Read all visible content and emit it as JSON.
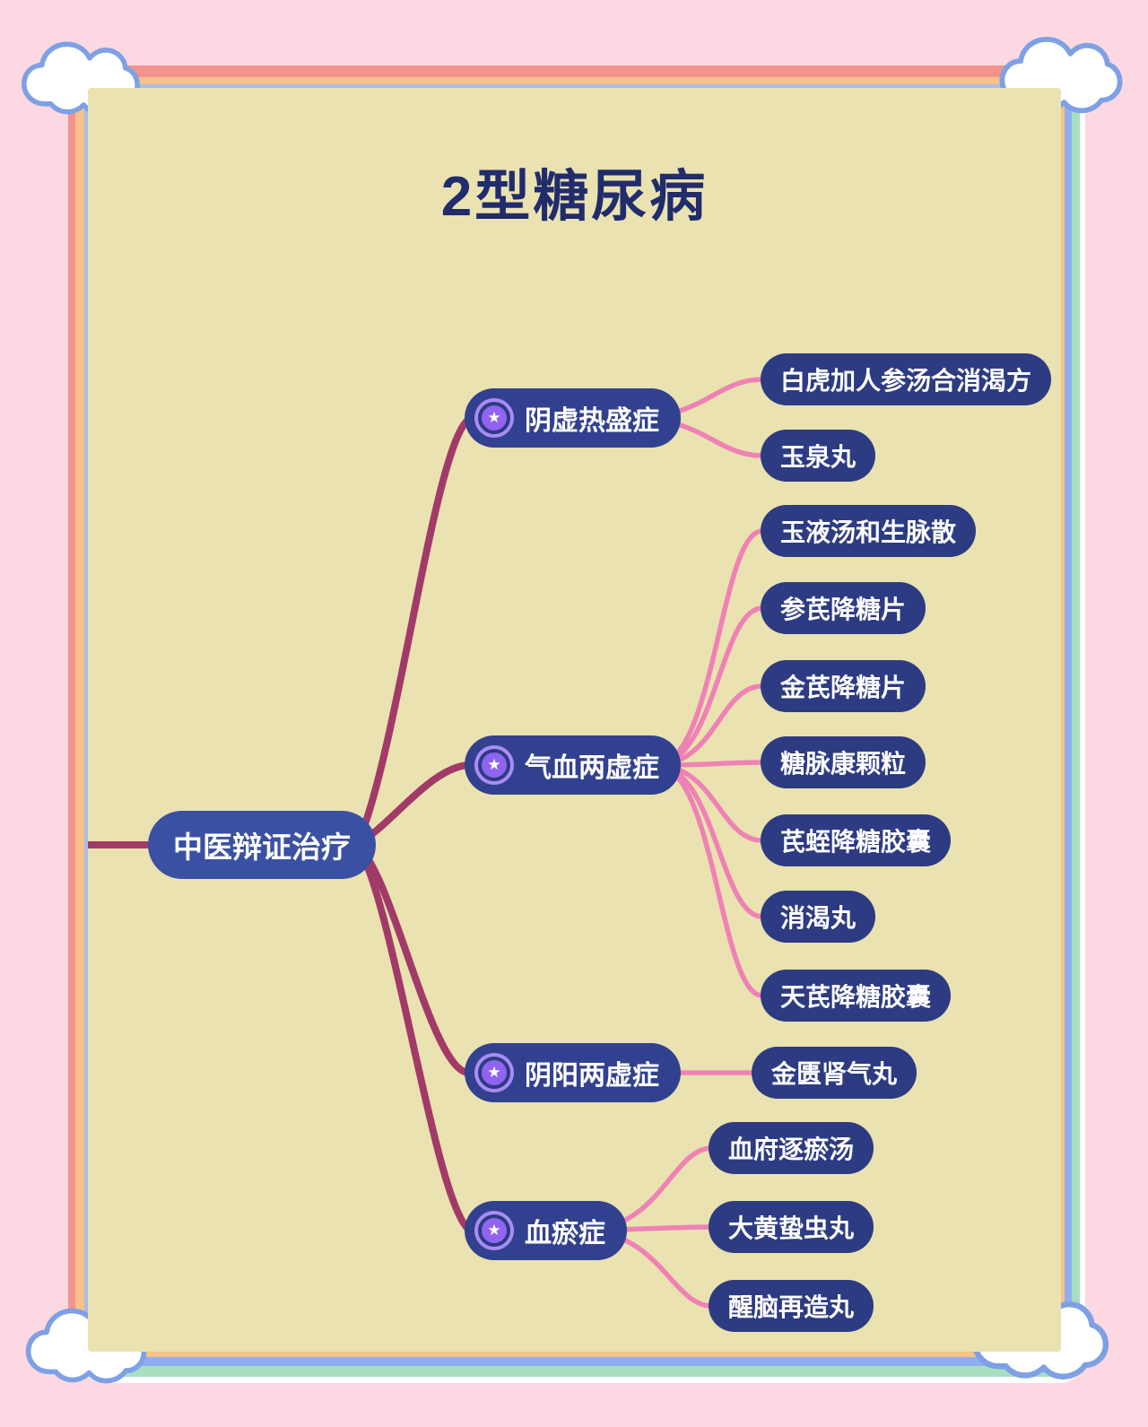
{
  "title": "2型糖尿病",
  "root": {
    "label": "中医辩证治疗"
  },
  "branches": [
    {
      "label": "阴虚热盛症",
      "icon": "star",
      "children": [
        "白虎加人参汤合消渴方",
        "玉泉丸"
      ]
    },
    {
      "label": "气血两虚症",
      "icon": "star",
      "children": [
        "玉液汤和生脉散",
        "参芪降糖片",
        "金芪降糖片",
        "糖脉康颗粒",
        "芪蛭降糖胶囊",
        "消渴丸",
        "天芪降糖胶囊"
      ]
    },
    {
      "label": "阴阳两虚症",
      "icon": "star",
      "children": [
        "金匮肾气丸"
      ]
    },
    {
      "label": "血瘀症",
      "icon": "star",
      "children": [
        "血府逐瘀汤",
        "大黄蛰虫丸",
        "醒脑再造丸"
      ]
    }
  ],
  "colors": {
    "page_bg": "#FBD8E2",
    "canvas_bg": "#EAE2B0",
    "frame_salmon": "#F4928E",
    "frame_orange": "#F6C289",
    "frame_lavender": "#AEBAEA",
    "frame_blue": "#8FAEF0",
    "frame_green": "#A7DFC0",
    "frame_white": "#FFFFFF",
    "cloud_stroke": "#7EA0E5",
    "title_color": "#202C6C",
    "root_bg": "#3A51A3",
    "branch_bg": "#32418F",
    "leaf_bg": "#2D3B82",
    "node_text": "#FFFFFF",
    "line_primary": "#A23A68",
    "line_secondary": "#EF82B5",
    "star_outer": "#A98CF6",
    "star_inner": "#9063F1",
    "star_ring": "#2D3B82"
  }
}
